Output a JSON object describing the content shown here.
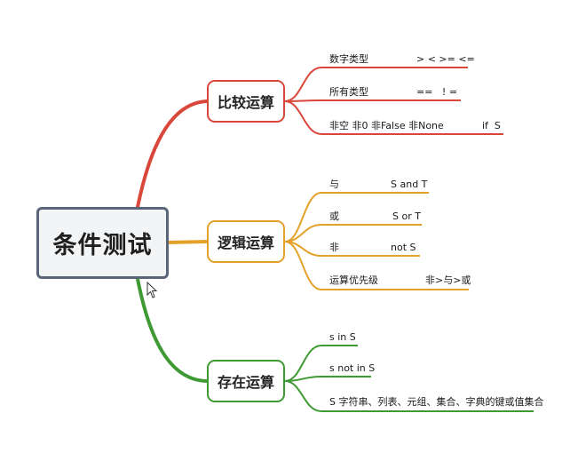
{
  "root": {
    "label": "条件测试"
  },
  "colors": {
    "compare": "#d9473b",
    "logic": "#e3a12a",
    "exist": "#3f9a34",
    "root_border": "#5a6577"
  },
  "branches": [
    {
      "label": "比较运算",
      "leaves": [
        {
          "name": "数字类型",
          "value": "> < >= <="
        },
        {
          "name": "所有类型",
          "value": "==   ! ="
        },
        {
          "name": "非空 非0 非False 非None",
          "value": "if  S"
        }
      ]
    },
    {
      "label": "逻辑运算",
      "leaves": [
        {
          "name": "与",
          "value": "S and T"
        },
        {
          "name": "或",
          "value": "S or T"
        },
        {
          "name": "非",
          "value": "not S"
        },
        {
          "name": "运算优先级",
          "value": "非>与>或"
        }
      ]
    },
    {
      "label": "存在运算",
      "leaves": [
        {
          "name": "s in S",
          "value": ""
        },
        {
          "name": "s not in S",
          "value": ""
        },
        {
          "name": "S 字符串、列表、元组、集合、字典的键或值集合",
          "value": ""
        }
      ]
    }
  ]
}
